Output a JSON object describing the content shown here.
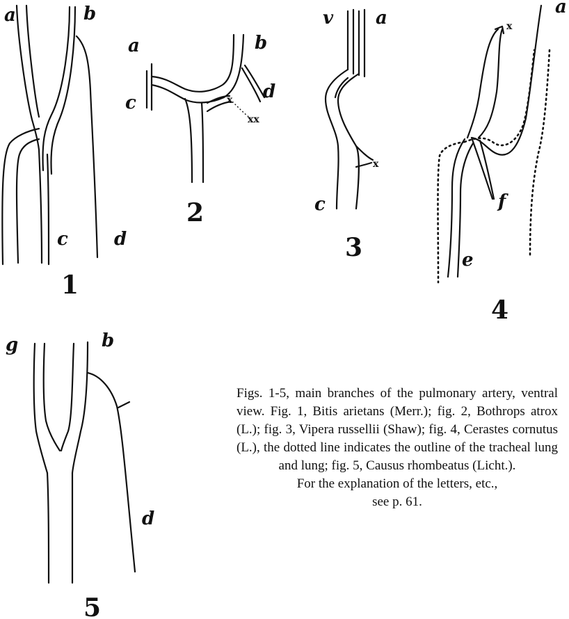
{
  "figures": [
    {
      "number": "1",
      "labels": [
        "a",
        "b",
        "c",
        "d"
      ]
    },
    {
      "number": "2",
      "labels": [
        "a",
        "b",
        "c",
        "d"
      ]
    },
    {
      "number": "3",
      "labels": [
        "v",
        "a",
        "c"
      ]
    },
    {
      "number": "4",
      "labels": [
        "a",
        "f",
        "e"
      ]
    },
    {
      "number": "5",
      "labels": [
        "g",
        "b",
        "d"
      ]
    }
  ],
  "caption": {
    "body": "Figs. 1-5, main branches of the pulmonary artery, ventral view. Fig. 1, Bitis arietans (Merr.); fig. 2, Bothrops atrox (L.); fig. 3, Vipera russellii (Shaw); fig. 4, Cerastes cornutus (L.), the dotted line indicates the outline of the tracheal lung and lung; fig. 5, Causus rhombeatus (Licht.).",
    "note_line1": "For the explanation of the letters, etc.,",
    "note_line2": "see p. 61."
  }
}
